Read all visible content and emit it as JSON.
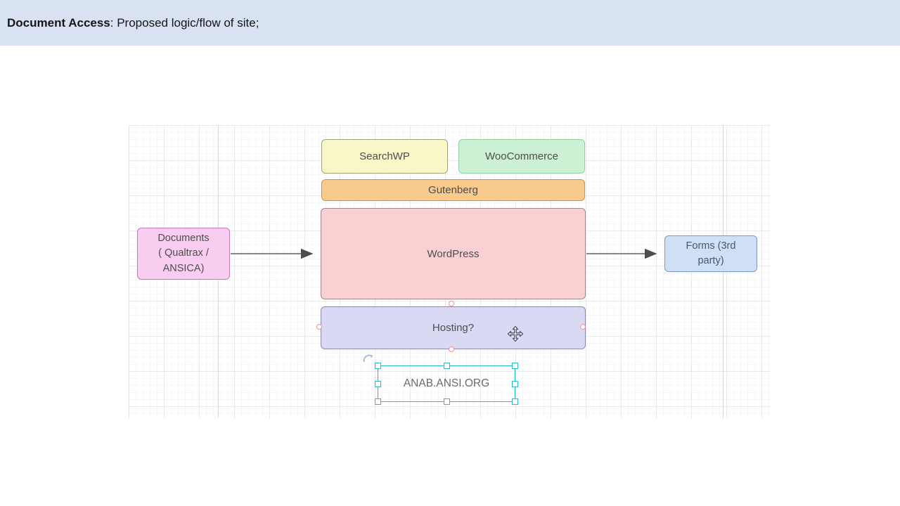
{
  "header": {
    "title_bold": "Document Access",
    "title_rest": ": Proposed logic/flow of site;"
  },
  "diagram": {
    "boxes": {
      "searchwp": {
        "label": "SearchWP",
        "fill": "#f9f6c8",
        "border": "#a2a078"
      },
      "woocommerce": {
        "label": "WooCommerce",
        "fill": "#cbf0d4",
        "border": "#8fcf9f"
      },
      "gutenberg": {
        "label": "Gutenberg",
        "fill": "#f8ca8c",
        "border": "#cd9148"
      },
      "wordpress": {
        "label": "WordPress",
        "fill": "#f9d1d3",
        "border": "#a18a8c"
      },
      "hosting": {
        "label": "Hosting?",
        "fill": "#dad9f3",
        "border": "#8d89ad"
      },
      "documents": {
        "label": "Documents\n( Qualtrax /\nANSICA)",
        "fill": "#f9cdef",
        "border": "#c579b9"
      },
      "forms": {
        "label": "Forms (3rd\nparty)",
        "fill": "#cfe0f6",
        "border": "#7b97bd"
      },
      "anab": {
        "label": "ANAB.ANSI.ORG"
      }
    },
    "connectors": [
      {
        "from": "documents",
        "to": "wordpress"
      },
      {
        "from": "wordpress",
        "to": "forms"
      }
    ],
    "icons": {
      "move_cursor": "move-cursor-icon",
      "rotate_handle": "rotate-handle-icon"
    },
    "colors": {
      "header_bg": "#d9e2f3",
      "selection": "#2bbac5",
      "connection_point": "#f29191",
      "arrow": "#555555",
      "grid_minor": "#f6f6f6",
      "grid_major": "#e9e9e9"
    }
  }
}
